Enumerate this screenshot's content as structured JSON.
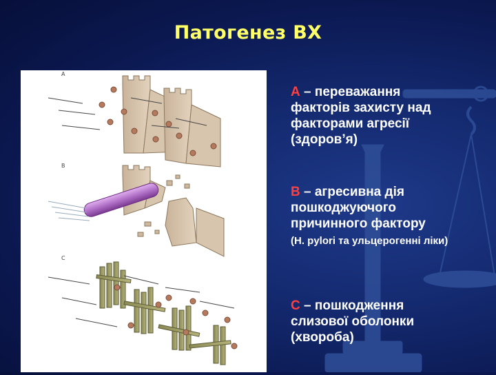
{
  "slide": {
    "title": "Патогенез ВХ",
    "colors": {
      "background": "#142a70",
      "title": "#ffff66",
      "body_text": "#ffffff",
      "letter_accent": "#ff4040"
    }
  },
  "illustration": {
    "panel_labels": [
      "A",
      "B",
      "C"
    ]
  },
  "points": {
    "a": {
      "letter": "А",
      "text": " – переважання факторів захисту над факторами агресії (здоров’я)"
    },
    "b": {
      "letter": "В",
      "text": " – агресивна дія пошкоджуючого причинного фактору"
    },
    "b_note": "(H. pylori та ульцерогенні ліки)",
    "c": {
      "letter": "С",
      "text": " – пошкодження слизової оболонки (хвороба)"
    }
  },
  "decor": {
    "background_icon": "balance-scale-icon"
  }
}
